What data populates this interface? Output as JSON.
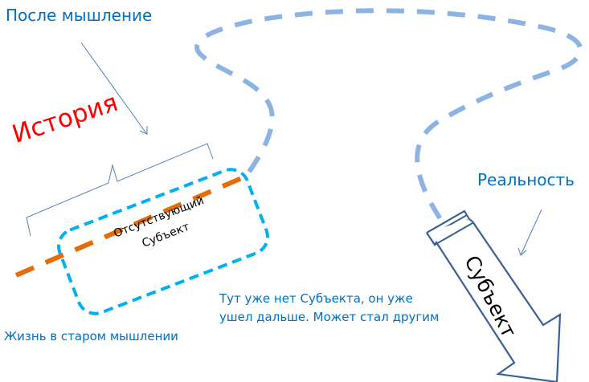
{
  "labels": {
    "post_thinking": "После мышление",
    "history": "История",
    "reality": "Реальность",
    "absent_subject_line1": "Отсутствующий",
    "absent_subject_line2": "Субъект",
    "subject": "Субъект",
    "no_subject_here_line1": "Тут уже нет Субъекта, он уже",
    "no_subject_here_line2": "ушел дальше. Может стал другим",
    "life_in_old_thinking": "Жизнь в старом мышлении"
  },
  "colors": {
    "text_blue": "#0070c0",
    "history_red": "#ff0000",
    "timeline_orange": "#e46c0a",
    "box_cyan": "#00b0f0",
    "path_lightblue": "#8db3e2",
    "pointer_blue": "#4f81bd",
    "arrow_outline": "#3a5f96"
  },
  "icons": {
    "subject_arrow": "block-arrow-down-right"
  }
}
